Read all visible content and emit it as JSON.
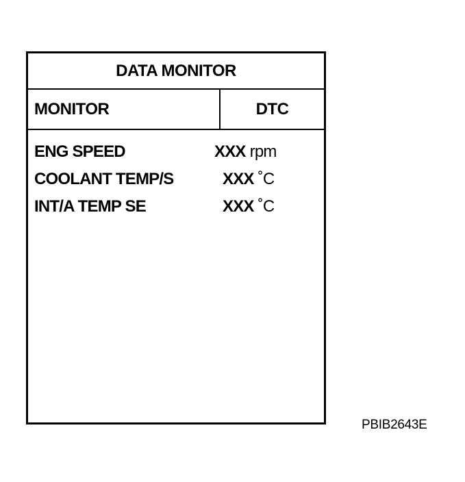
{
  "screen": {
    "title": "DATA MONITOR",
    "tabs": [
      {
        "label": "MONITOR"
      },
      {
        "label": "DTC"
      }
    ],
    "items": [
      {
        "name": "ENG SPEED",
        "value": "XXX",
        "unit": "rpm"
      },
      {
        "name": "COOLANT TEMP/S",
        "value": "XXX",
        "unit": "˚C"
      },
      {
        "name": "INT/A TEMP SE",
        "value": "XXX",
        "unit": "˚C"
      }
    ]
  },
  "caption": "PBIB2643E"
}
